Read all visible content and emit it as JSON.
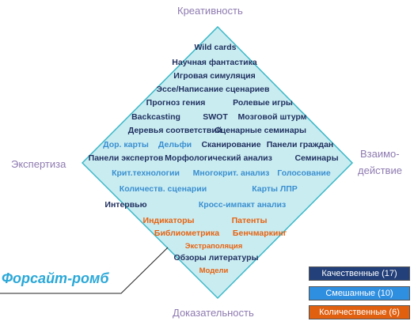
{
  "corners": {
    "top": "Креативность",
    "left": "Экспертиза",
    "right_line1": "Взаимо-",
    "right_line2": "действие",
    "bottom": "Доказательность"
  },
  "title": "Форсайт-ромб",
  "colors": {
    "qualitative": "#1f2f5e",
    "mixed": "#3a8fd0",
    "quantitative": "#e8620f",
    "diamond_fill": "#c9ecf1",
    "diamond_border": "#3ab8c8",
    "legend_qualitative": "#23407a",
    "legend_mixed": "#2e8ee0",
    "legend_quantitative": "#e06010"
  },
  "methods": [
    {
      "text": "Wild cards",
      "type": "qualitative"
    },
    {
      "text": "Научная фантастика",
      "type": "qualitative"
    },
    {
      "text": "Игровая симуляция",
      "type": "qualitative"
    },
    {
      "text": "Эссе/Написание сценариев",
      "type": "qualitative"
    },
    {
      "text": "Прогноз гения",
      "type": "qualitative"
    },
    {
      "text": "Ролевые игры",
      "type": "qualitative"
    },
    {
      "text": "Backcasting",
      "type": "qualitative"
    },
    {
      "text": "SWOT",
      "type": "qualitative"
    },
    {
      "text": "Мозговой штурм",
      "type": "qualitative"
    },
    {
      "text": "Деревья соответствий",
      "type": "qualitative"
    },
    {
      "text": "Сценарные семинары",
      "type": "qualitative"
    },
    {
      "text": "Дор. карты",
      "type": "mixed"
    },
    {
      "text": "Дельфи",
      "type": "mixed"
    },
    {
      "text": "Сканирование",
      "type": "qualitative"
    },
    {
      "text": "Панели граждан",
      "type": "qualitative"
    },
    {
      "text": "Панели экспертов",
      "type": "qualitative"
    },
    {
      "text": "Морфологический анализ",
      "type": "qualitative"
    },
    {
      "text": "Семинары",
      "type": "qualitative"
    },
    {
      "text": "Крит.технологии",
      "type": "mixed"
    },
    {
      "text": "Многокрит. анализ",
      "type": "mixed"
    },
    {
      "text": "Голосование",
      "type": "mixed"
    },
    {
      "text": "Количеств. сценарии",
      "type": "mixed"
    },
    {
      "text": "Карты ЛПР",
      "type": "mixed"
    },
    {
      "text": "Интервью",
      "type": "qualitative"
    },
    {
      "text": "Кросс-импакт анализ",
      "type": "mixed"
    },
    {
      "text": "Индикаторы",
      "type": "quantitative"
    },
    {
      "text": "Патенты",
      "type": "quantitative"
    },
    {
      "text": "Библиометрика",
      "type": "quantitative"
    },
    {
      "text": "Бенчмаркинг",
      "type": "quantitative"
    },
    {
      "text": "Экстраполяция",
      "type": "quantitative"
    },
    {
      "text": "Обзоры литературы",
      "type": "qualitative"
    },
    {
      "text": "Модели",
      "type": "quantitative"
    }
  ],
  "legend": [
    {
      "label": "Качественные (17)",
      "type": "qualitative"
    },
    {
      "label": "Смешанные (10)",
      "type": "mixed"
    },
    {
      "label": "Количественные (6)",
      "type": "quantitative"
    }
  ]
}
